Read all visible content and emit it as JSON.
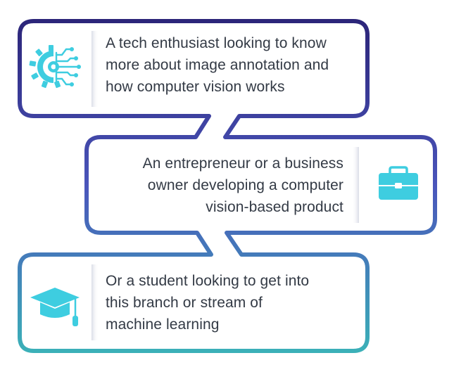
{
  "cards": [
    {
      "icon": "gear-circuit-icon",
      "lines": [
        "A tech enthusiast looking to know",
        "more about image annotation and",
        "how computer vision works"
      ],
      "border_color": "#2f2a86"
    },
    {
      "icon": "briefcase-icon",
      "lines": [
        "An entrepreneur or a business",
        "owner developing a computer",
        "vision-based product"
      ],
      "border_color": "#4a4fb5"
    },
    {
      "icon": "graduation-cap-icon",
      "lines": [
        "Or a student looking to get into",
        "this branch or stream of",
        "machine learning"
      ],
      "border_color": "#3a9fb6"
    }
  ],
  "colors": {
    "gradient_top": "#2c2579",
    "gradient_mid": "#4a55bb",
    "gradient_bottom": "#3bb0b8",
    "icon_accent": "#3ecde0",
    "text": "#333a45"
  }
}
